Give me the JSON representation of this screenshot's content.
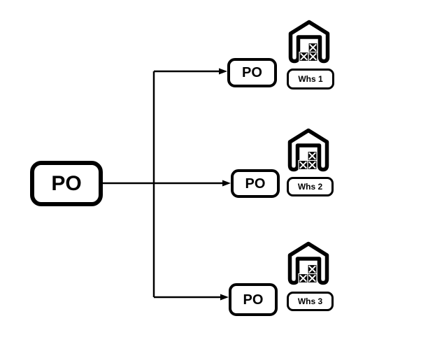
{
  "colors": {
    "background": "#ffffff",
    "line": "#000000",
    "box_border": "#000000",
    "text": "#000000"
  },
  "source_node": {
    "label": "PO"
  },
  "branches": [
    {
      "po_label": "PO",
      "warehouse_name": "Whs 1",
      "icon": "warehouse-icon"
    },
    {
      "po_label": "PO",
      "warehouse_name": "Whs 2",
      "icon": "warehouse-icon"
    },
    {
      "po_label": "PO",
      "warehouse_name": "Whs 3",
      "icon": "warehouse-icon"
    }
  ]
}
